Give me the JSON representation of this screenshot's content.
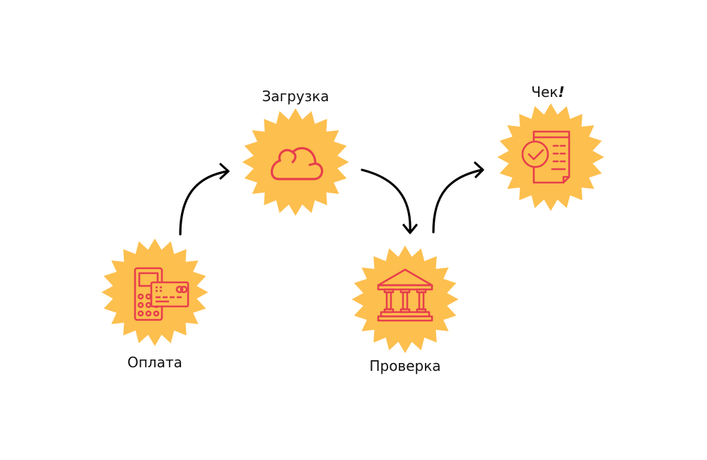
{
  "colors": {
    "badge": "#FDBF4E",
    "icon": "#E63F4C",
    "arrow": "#000000",
    "text": "#111111"
  },
  "steps": [
    {
      "id": "payment",
      "label": "Оплата",
      "icon": "payment-terminal-card-icon"
    },
    {
      "id": "upload",
      "label": "Загрузка",
      "icon": "cloud-icon"
    },
    {
      "id": "verify",
      "label": "Проверка",
      "icon": "bank-building-icon"
    },
    {
      "id": "receipt",
      "label": "Чек",
      "label_suffix": "!",
      "icon": "receipt-check-icon"
    }
  ],
  "arrows": [
    {
      "from": "payment",
      "to": "upload"
    },
    {
      "from": "upload",
      "to": "verify"
    },
    {
      "from": "verify",
      "to": "receipt"
    }
  ]
}
